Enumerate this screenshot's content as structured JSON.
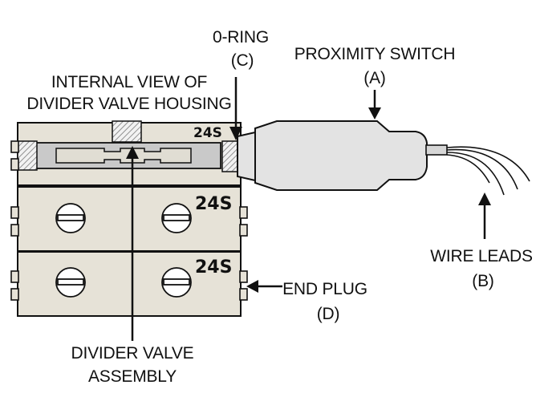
{
  "labels": {
    "oring_title": "0-RING",
    "oring_code": "(C)",
    "prox_title": "PROXIMITY SWITCH",
    "prox_code": "(A)",
    "internal_line1": "INTERNAL VIEW OF",
    "internal_line2": "DIVIDER VALVE HOUSING",
    "wire_title": "WIRE LEADS",
    "wire_code": "(B)",
    "endplug_title": "END PLUG",
    "endplug_code": "(D)",
    "assembly_line1": "DIVIDER VALVE",
    "assembly_line2": "ASSEMBLY"
  },
  "section_tags": [
    "24S",
    "24S",
    "24S"
  ],
  "colors": {
    "housing": "#e6e2d7",
    "switch_body": "#e3e3e3",
    "inner_bore": "#c9c9c9",
    "outline": "#111111"
  }
}
